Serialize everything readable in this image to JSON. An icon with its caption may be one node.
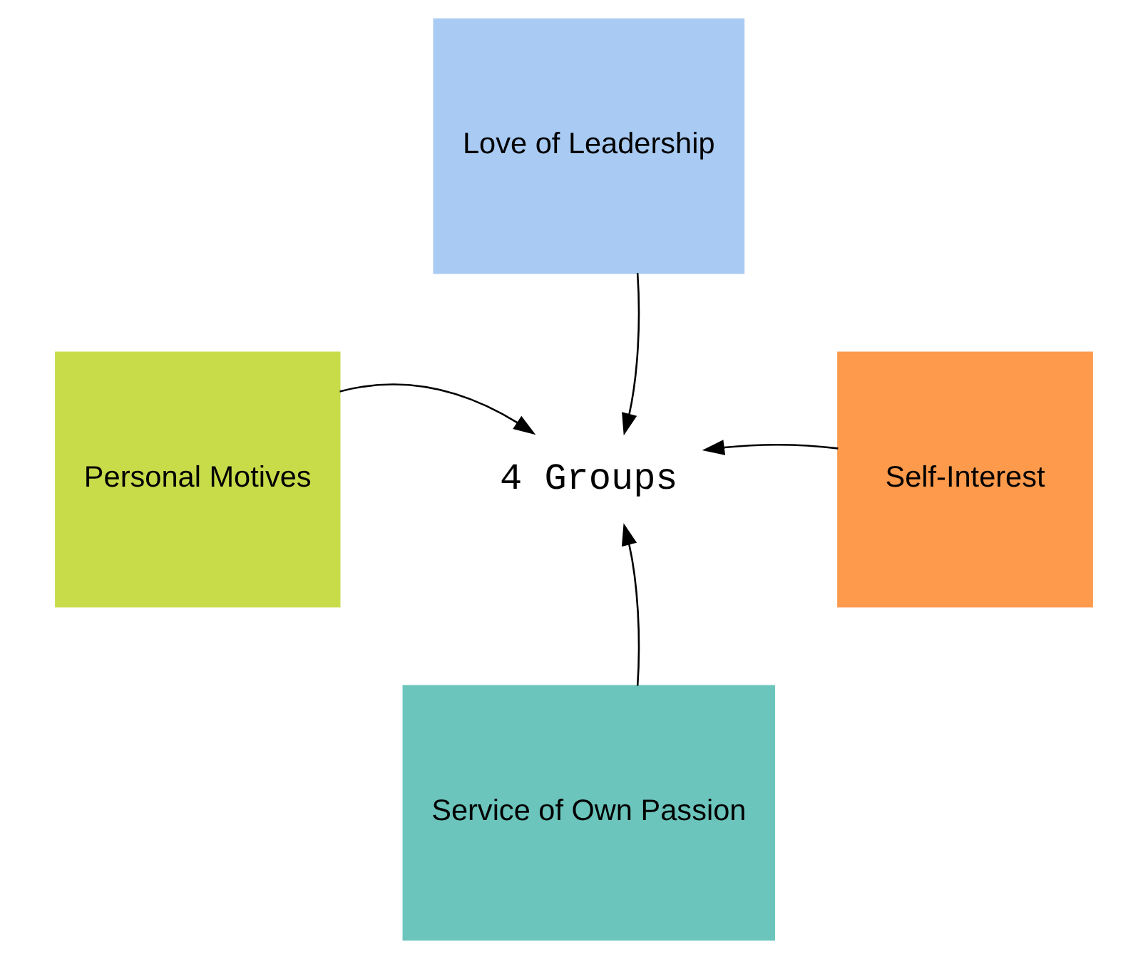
{
  "diagram": {
    "nodes": [
      {
        "text": [
          "Love of Leadership"
        ]
      },
      {
        "text": [
          "Personal Motives"
        ]
      },
      {
        "text": [
          "4 Groups"
        ]
      },
      {
        "text": [
          "Self-Interest"
        ]
      },
      {
        "text": [
          "Service of Own Passion"
        ]
      }
    ],
    "edges": [
      {
        "from": 0,
        "to": 2,
        "arrow": "to"
      },
      {
        "from": 1,
        "to": 2,
        "arrow": "to"
      },
      {
        "from": 3,
        "to": 2,
        "arrow": "to"
      },
      {
        "from": 4,
        "to": 2,
        "arrow": "to"
      }
    ]
  }
}
